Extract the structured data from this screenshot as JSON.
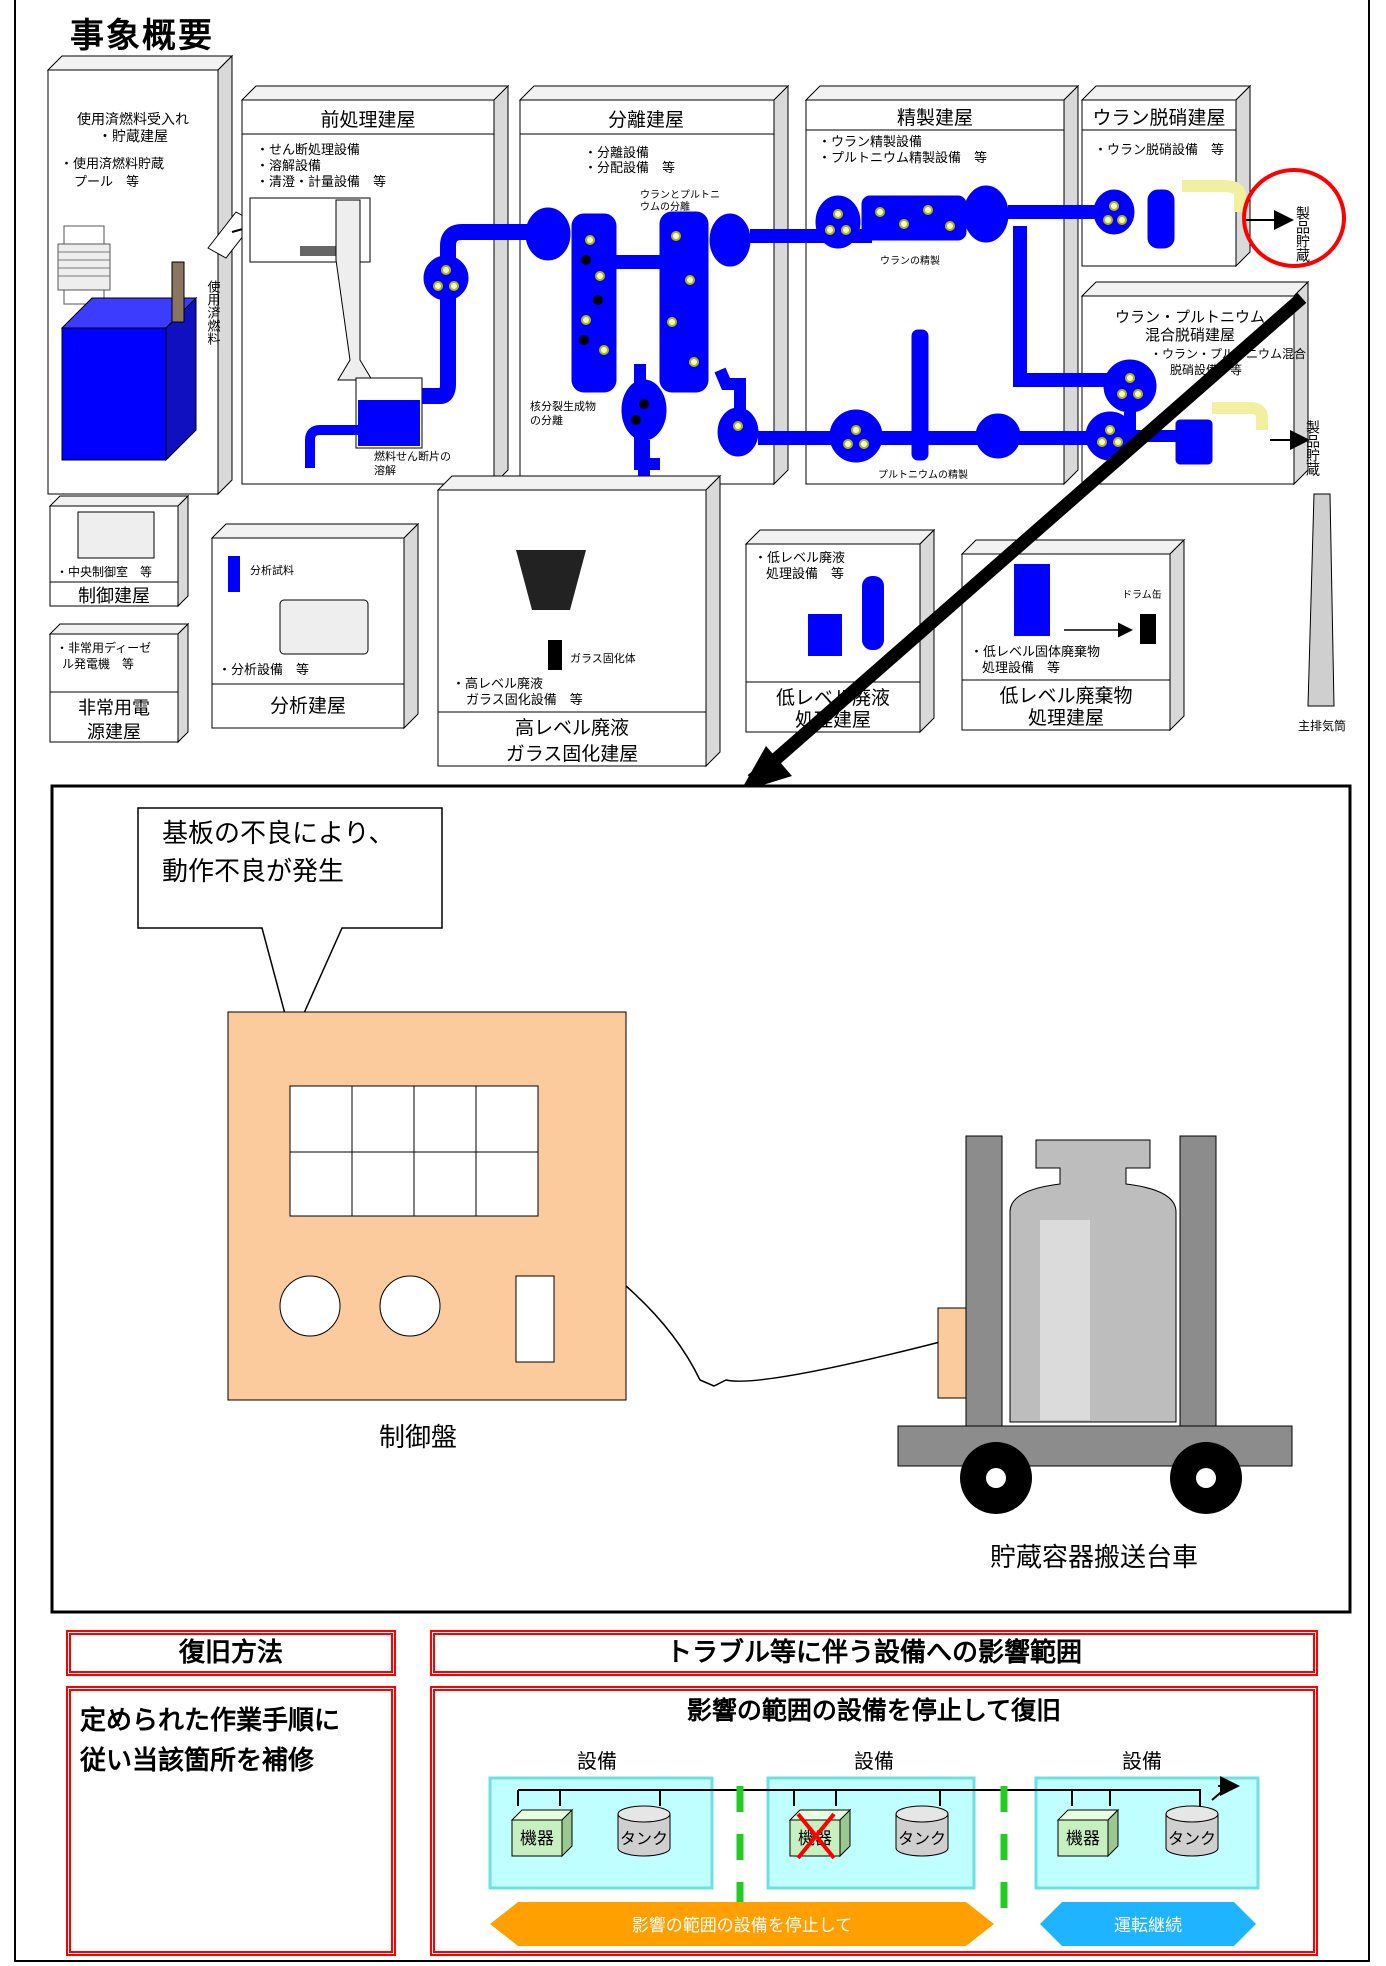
{
  "title": "事象概要",
  "buildings": {
    "receiving": {
      "title_line1": "使用済燃料受入れ",
      "title_line2": "・貯蔵建屋",
      "desc_line1": "・使用済燃料貯蔵",
      "desc_line2": "プール　等"
    },
    "transfer_label": "使用済燃料",
    "pretreatment": {
      "title": "前処理建屋",
      "desc1": "・せん断処理設備",
      "desc2": "・溶解設備",
      "desc3": "・清澄・計量設備　等",
      "note_line1": "燃料せん断片の",
      "note_line2": "溶解"
    },
    "separation": {
      "title": "分離建屋",
      "desc1": "・分離設備",
      "desc2": "・分配設備　等",
      "note_a1": "ウランとプルトニ",
      "note_a2": "ウムの分離",
      "note_b1": "核分裂生成物",
      "note_b2": "の分離"
    },
    "purification": {
      "title": "精製建屋",
      "desc1": "・ウラン精製設備",
      "desc2": "・プルトニウム精製設備　等",
      "note_u": "ウランの精製",
      "note_pu": "プルトニウムの精製"
    },
    "u_denitration": {
      "title": "ウラン脱硝建屋",
      "desc": "・ウラン脱硝設備　等"
    },
    "product_storage": "製品貯蔵",
    "mox": {
      "title1": "ウラン・プルトニウム",
      "title2": "混合脱硝建屋",
      "desc1": "・ウラン・プルトニウム混合",
      "desc2": "脱硝設備　等"
    },
    "control": {
      "desc": "・中央制御室　等",
      "title": "制御建屋"
    },
    "emergency": {
      "desc1": "・非常用ディーゼ",
      "desc2": "ル発電機　等",
      "title1": "非常用電",
      "title2": "源建屋"
    },
    "analysis": {
      "sample": "分析試料",
      "desc": "・分析設備　等",
      "title": "分析建屋"
    },
    "vitrification": {
      "product": "ガラス固化体",
      "desc1": "・高レベル廃液",
      "desc2": "ガラス固化設備　等",
      "title1": "高レベル廃液",
      "title2": "ガラス固化建屋"
    },
    "lll_waste": {
      "desc1": "・低レベル廃液",
      "desc2": "処理設備　等",
      "title1": "低レベル廃液",
      "title2": "処理建屋"
    },
    "lls_waste": {
      "drum": "ドラム缶",
      "desc1": "・低レベル固体廃棄物",
      "desc2": "処理設備　等",
      "title1": "低レベル廃棄物",
      "title2": "処理建屋"
    },
    "stack": "主排気筒"
  },
  "detail": {
    "callout_line1": "基板の不良により、",
    "callout_line2": "動作不良が発生",
    "panel_label": "制御盤",
    "cart_label": "貯蔵容器搬送台車"
  },
  "recovery": {
    "header": "復旧方法",
    "body_line1": "定められた作業手順に",
    "body_line2": "従い当該箇所を補修"
  },
  "impact": {
    "header": "トラブル等に伴う設備への影響範囲",
    "subheader": "影響の範囲の設備を停止して復旧",
    "group_label": "設備",
    "device": "機器",
    "tank": "タンク",
    "stop_label": "影響の範囲の設備を停止して",
    "continue_label": "運転継続"
  },
  "colors": {
    "process_blue": "#0000ff",
    "highlight_red": "#ff0000",
    "panel_tan": "#fbcb9d",
    "cyan": "#bfffff",
    "green_box": "#c6f0c0",
    "orange": "#ffa000",
    "sky": "#1eb4ff"
  }
}
